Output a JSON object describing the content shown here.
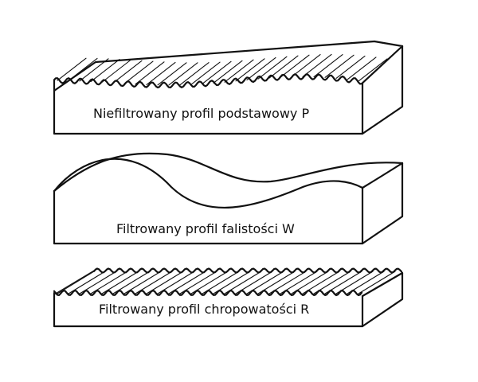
{
  "profiles": [
    {
      "id": "P",
      "label": "Niefiltrowany profil podstawowy P"
    },
    {
      "id": "W",
      "label": "Filtrowany profil falistości W"
    },
    {
      "id": "R",
      "label": "Filtrowany profil chropowatości R"
    }
  ]
}
